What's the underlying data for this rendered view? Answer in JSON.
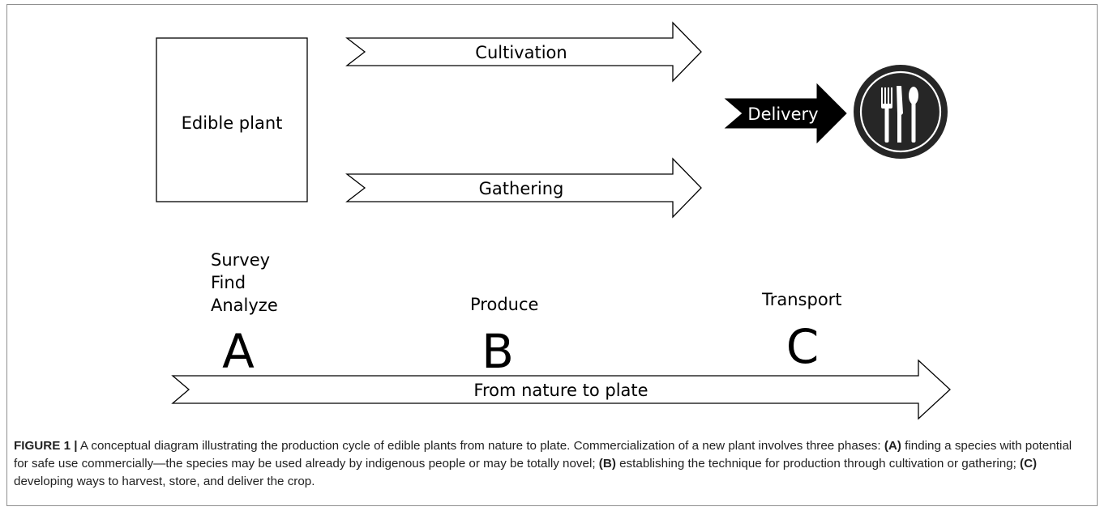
{
  "diagram": {
    "box_label": "Edible plant",
    "arrow_top_label": "Cultivation",
    "arrow_bottom_label": "Gathering",
    "delivery_label": "Delivery",
    "plate_icon": "plate-fork-knife-spoon-icon",
    "phases": [
      {
        "letter": "A",
        "lines": [
          "Survey",
          "Find",
          "Analyze"
        ]
      },
      {
        "letter": "B",
        "lines": [
          "Produce"
        ]
      },
      {
        "letter": "C",
        "lines": [
          "Transport"
        ]
      }
    ],
    "timeline_label": "From nature to plate",
    "colors": {
      "stroke": "#000000",
      "delivery_fill": "#000000",
      "plate_fill": "#262626"
    }
  },
  "caption": {
    "figure_label": "FIGURE 1 |",
    "intro": " A conceptual diagram illustrating the production cycle of edible plants from nature to plate. Commercialization of a new plant involves three phases: ",
    "a_tag": "(A)",
    "a_text": " finding a species with potential for safe use commercially—the species may be used already by indigenous people or may be totally novel; ",
    "b_tag": "(B)",
    "b_text": " establishing the technique for production through cultivation or gathering; ",
    "c_tag": "(C)",
    "c_text": " developing ways to harvest, store, and deliver the crop."
  }
}
